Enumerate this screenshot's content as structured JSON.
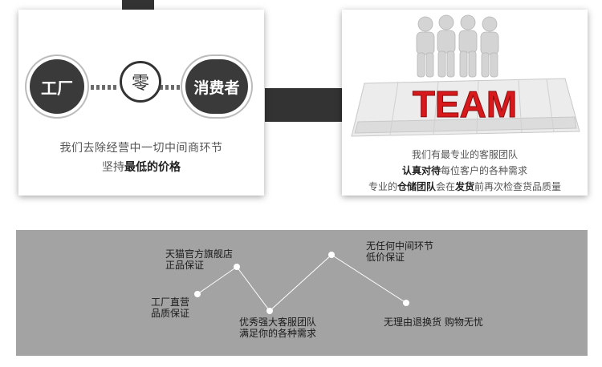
{
  "left_card": {
    "factory_label": "工厂",
    "zero_label": "零",
    "consumer_label": "消费者",
    "line1": "我们去除经营中一切中间商环节",
    "line2_prefix": "坚持",
    "line2_strong": "最低的价格"
  },
  "right_card": {
    "team_word": "TEAM",
    "line1": "我们有最专业的客服团队",
    "line2_strong": "认真对待",
    "line2_rest": "每位客户的各种需求",
    "line3_prefix": "专业的",
    "line3_strong1": "仓储团队",
    "line3_mid": "会在",
    "line3_strong2": "发货",
    "line3_suffix": "前再次检查货品质量"
  },
  "timeline": {
    "items": [
      {
        "line1": "工厂直营",
        "line2": "品质保证"
      },
      {
        "line1": "天猫官方旗舰店",
        "line2": "正品保证"
      },
      {
        "line1": "优秀强大客服团队",
        "line2": "满足你的各种需求"
      },
      {
        "line1": "无任何中间环节",
        "line2": "低价保证"
      },
      {
        "line1": "无理由退换货 购物无忧",
        "line2": ""
      }
    ]
  },
  "colors": {
    "dark": "#333333",
    "panel": "#a3a3a3",
    "team_red": "#d7191c"
  }
}
